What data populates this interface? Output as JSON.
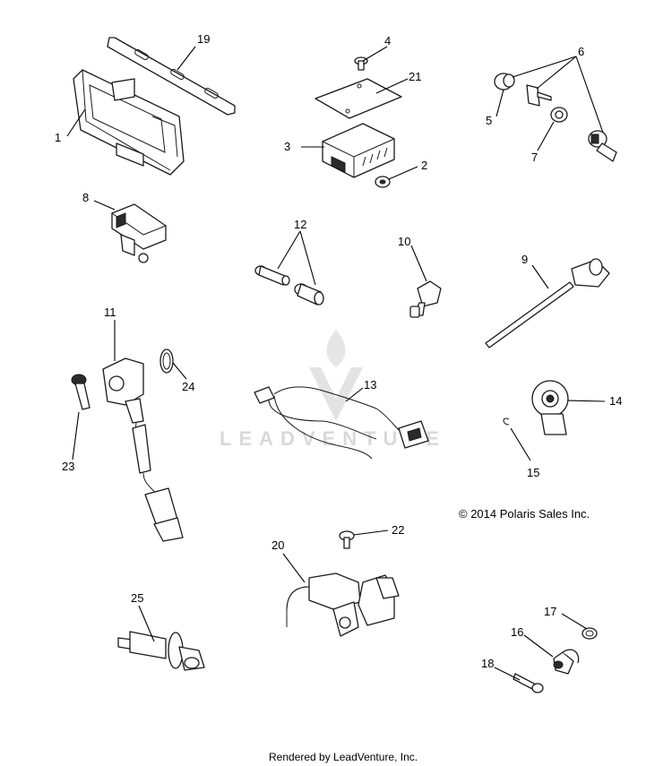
{
  "callouts": {
    "c1": "1",
    "c2": "2",
    "c3": "3",
    "c4": "4",
    "c5": "5",
    "c6": "6",
    "c7": "7",
    "c8": "8",
    "c9": "9",
    "c10": "10",
    "c11": "11",
    "c12": "12",
    "c13": "13",
    "c14": "14",
    "c15": "15",
    "c16": "16",
    "c17": "17",
    "c18": "18",
    "c19": "19",
    "c20": "20",
    "c21": "21",
    "c22": "22",
    "c23": "23",
    "c24": "24",
    "c25": "25"
  },
  "copyright": "© 2014 Polaris Sales Inc.",
  "footer": "Rendered by LeadVenture, Inc.",
  "watermark": "LEADVENTURE",
  "colors": {
    "line": "#1a1a1a",
    "watermark": "#d9d9d9",
    "background": "#ffffff"
  }
}
